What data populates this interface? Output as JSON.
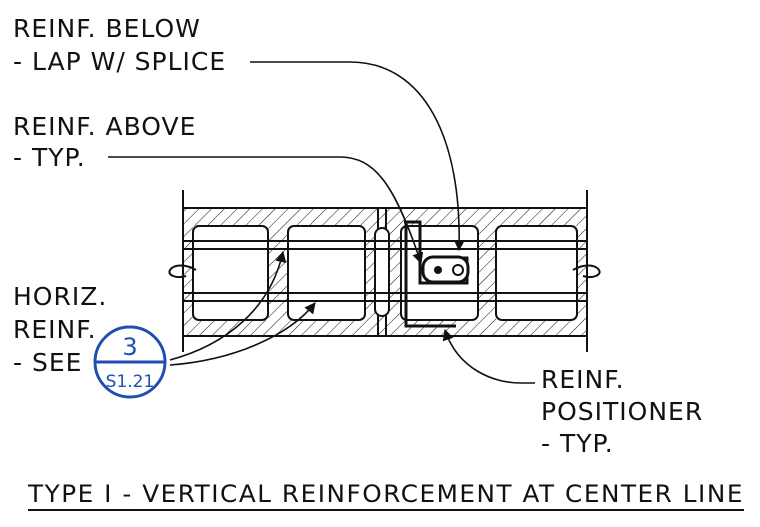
{
  "notes": {
    "reinf_below": [
      "REINF. BELOW",
      "- LAP W/ SPLICE"
    ],
    "reinf_above": [
      "REINF. ABOVE",
      "- TYP."
    ],
    "horiz_reinf": [
      "HORIZ.",
      "REINF.",
      "- SEE"
    ],
    "reinf_positioner": [
      "REINF.",
      "POSITIONER",
      "- TYP."
    ]
  },
  "section_ref": {
    "number": "3",
    "sheet": "S1.21",
    "color": "#1f4fb0"
  },
  "title": "TYPE I - VERTICAL REINFORCEMENT AT CENTER LINE"
}
